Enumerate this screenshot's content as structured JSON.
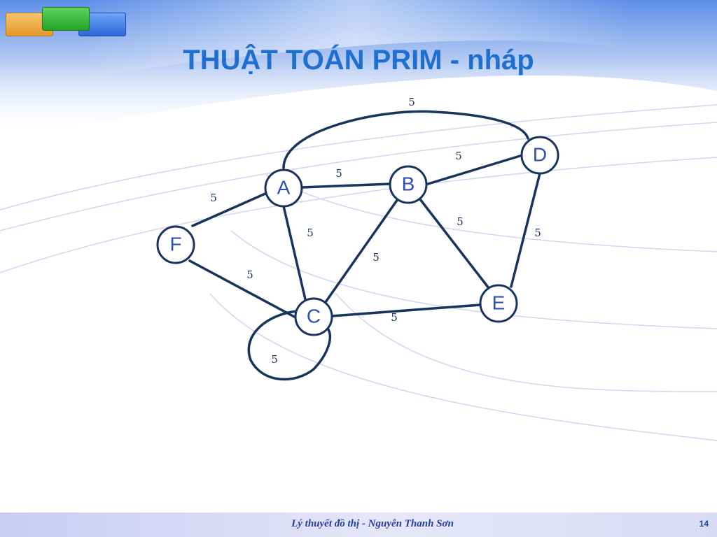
{
  "slide": {
    "title": "THUẬT TOÁN PRIM - nháp",
    "footer": "Lý thuyết đồ thị - Nguyễn Thanh Sơn",
    "page_number": "14"
  },
  "colors": {
    "title": "#1f6fd1",
    "graph": "#17345f",
    "footer_text": "#1f3fa0"
  },
  "graph": {
    "nodes": [
      {
        "id": "A",
        "label": "A"
      },
      {
        "id": "B",
        "label": "B"
      },
      {
        "id": "C",
        "label": "C"
      },
      {
        "id": "D",
        "label": "D"
      },
      {
        "id": "E",
        "label": "E"
      },
      {
        "id": "F",
        "label": "F"
      }
    ],
    "edges": [
      {
        "id": "A-D",
        "from": "A",
        "to": "D",
        "weight": "5"
      },
      {
        "id": "A-B",
        "from": "A",
        "to": "B",
        "weight": "5"
      },
      {
        "id": "B-D",
        "from": "B",
        "to": "D",
        "weight": "5"
      },
      {
        "id": "A-F",
        "from": "A",
        "to": "F",
        "weight": "5"
      },
      {
        "id": "A-C",
        "from": "A",
        "to": "C",
        "weight": "5"
      },
      {
        "id": "B-C",
        "from": "B",
        "to": "C",
        "weight": "5"
      },
      {
        "id": "B-E",
        "from": "B",
        "to": "E",
        "weight": "5"
      },
      {
        "id": "D-E",
        "from": "D",
        "to": "E",
        "weight": "5"
      },
      {
        "id": "F-C",
        "from": "F",
        "to": "C",
        "weight": "5"
      },
      {
        "id": "C-E",
        "from": "C",
        "to": "E",
        "weight": "5"
      },
      {
        "id": "C-C",
        "from": "C",
        "to": "C",
        "weight": "5"
      }
    ]
  }
}
